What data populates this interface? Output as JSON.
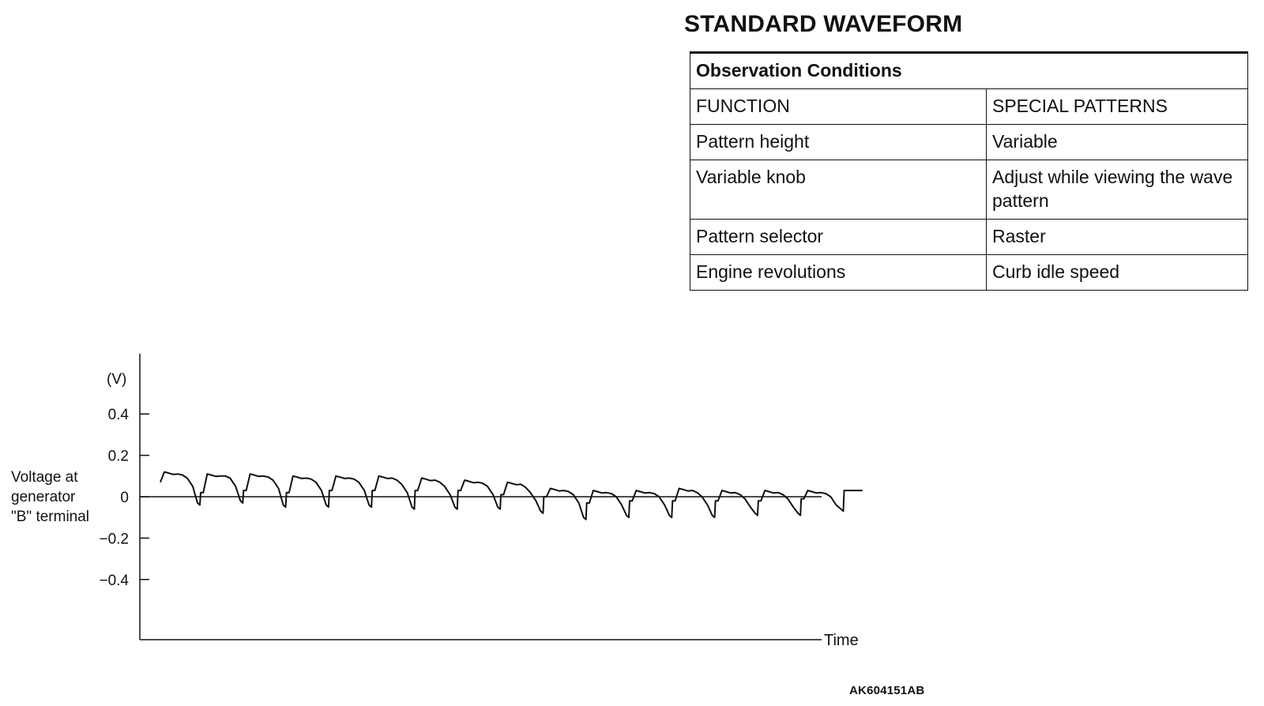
{
  "heading": "STANDARD WAVEFORM",
  "table": {
    "title": "Observation Conditions",
    "rows": [
      [
        "FUNCTION",
        "SPECIAL PATTERNS"
      ],
      [
        "Pattern height",
        "Variable"
      ],
      [
        "Variable knob",
        "Adjust while viewing the wave pattern"
      ],
      [
        "Pattern selector",
        "Raster"
      ],
      [
        "Engine revolutions",
        "Curb idle speed"
      ]
    ]
  },
  "chart_data": {
    "type": "line",
    "y_unit": "(V)",
    "ylabel_lines": [
      "Voltage at",
      "generator",
      "\"B\" terminal"
    ],
    "xlabel": "Time",
    "yticks": [
      0.4,
      0.2,
      0,
      -0.2,
      -0.4
    ],
    "ytick_labels": [
      "0.4",
      "0.2",
      "0",
      "−0.2",
      "−0.4"
    ],
    "ylim": [
      -0.7,
      0.7
    ],
    "series": [
      {
        "cycles": [
          {
            "start": 0.07,
            "peak": 0.12,
            "end": 0.09,
            "trough": -0.04
          },
          {
            "start": 0.02,
            "peak": 0.11,
            "end": 0.09,
            "trough": -0.03
          },
          {
            "start": 0.03,
            "peak": 0.11,
            "end": 0.08,
            "trough": -0.05
          },
          {
            "start": 0.02,
            "peak": 0.1,
            "end": 0.07,
            "trough": -0.05
          },
          {
            "start": 0.03,
            "peak": 0.1,
            "end": 0.07,
            "trough": -0.05
          },
          {
            "start": 0.03,
            "peak": 0.1,
            "end": 0.06,
            "trough": -0.06
          },
          {
            "start": 0.03,
            "peak": 0.09,
            "end": 0.05,
            "trough": -0.06
          },
          {
            "start": 0.03,
            "peak": 0.08,
            "end": 0.05,
            "trough": -0.06
          },
          {
            "start": 0.01,
            "peak": 0.07,
            "end": 0.02,
            "trough": -0.08
          },
          {
            "start": 0.0,
            "peak": 0.04,
            "end": 0.01,
            "trough": -0.11
          },
          {
            "start": -0.03,
            "peak": 0.03,
            "end": 0.0,
            "trough": -0.1
          },
          {
            "start": -0.02,
            "peak": 0.03,
            "end": 0.0,
            "trough": -0.1
          },
          {
            "start": -0.02,
            "peak": 0.04,
            "end": 0.0,
            "trough": -0.1
          },
          {
            "start": -0.02,
            "peak": 0.03,
            "end": -0.01,
            "trough": -0.09
          },
          {
            "start": -0.02,
            "peak": 0.03,
            "end": -0.01,
            "trough": -0.09
          },
          {
            "start": -0.01,
            "peak": 0.03,
            "end": 0.0,
            "trough": -0.07
          }
        ],
        "final_level": 0.03
      }
    ],
    "grid": false
  },
  "reference_code": "AK604151AB"
}
